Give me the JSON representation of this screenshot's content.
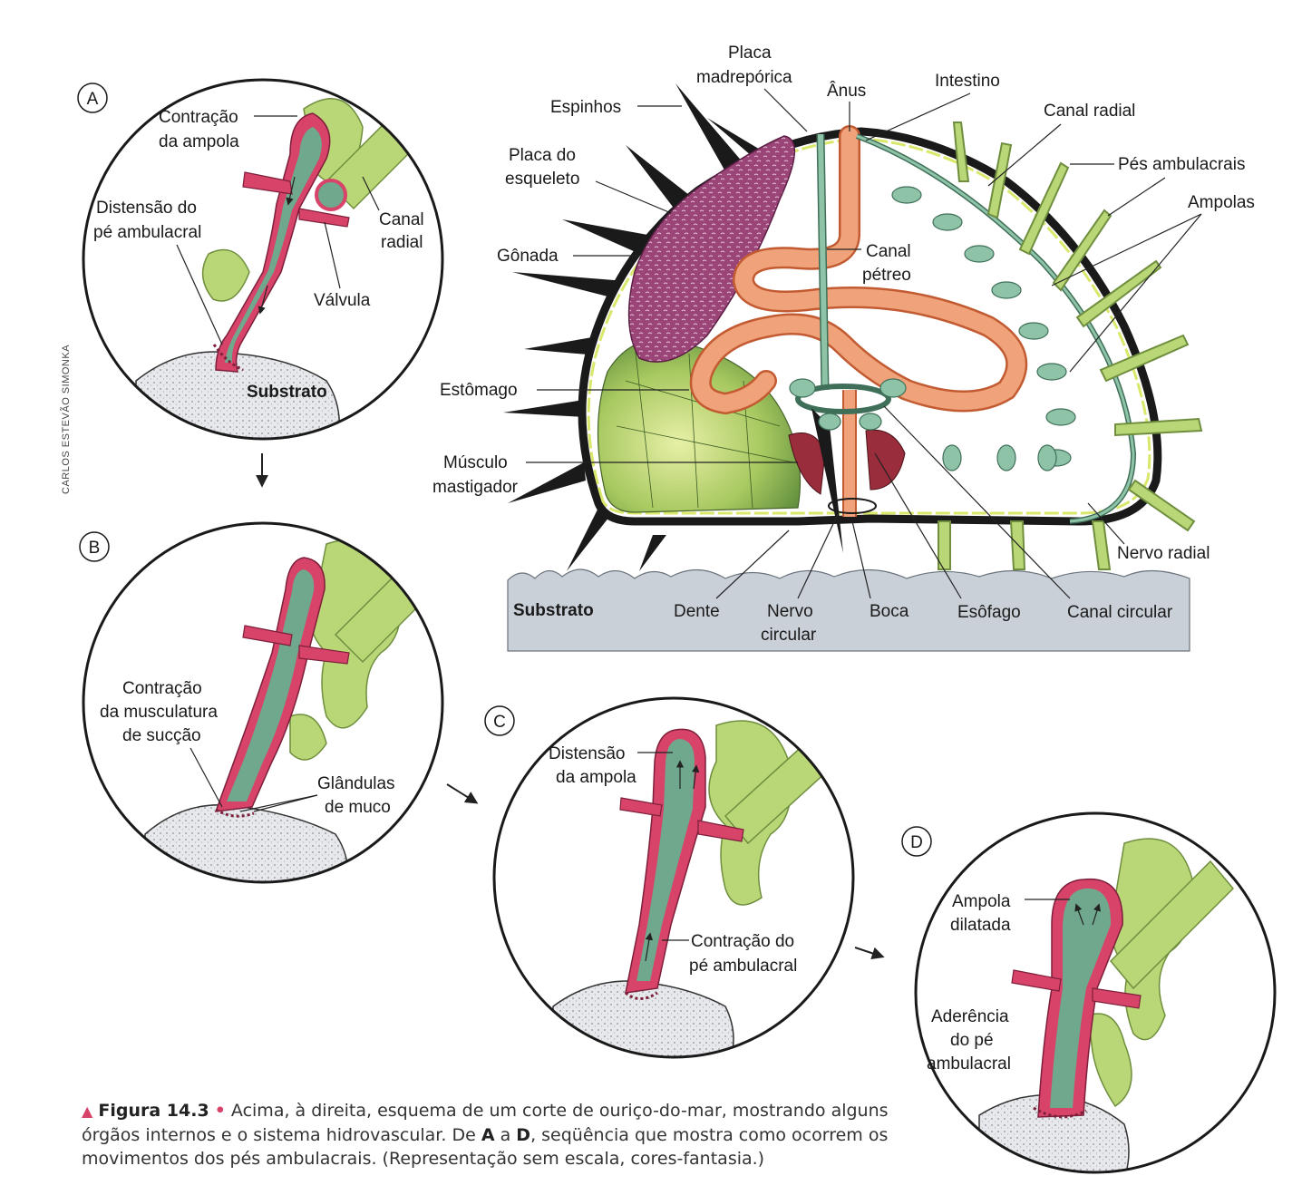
{
  "credit": "CARLOS ESTEVÃO SIMONKA",
  "panels": {
    "a": {
      "letter": "A",
      "contracao_1": "Contração",
      "contracao_2": "da ampola",
      "distensao_1": "Distensão do",
      "distensao_2": "pé ambulacral",
      "canal_1": "Canal",
      "canal_2": "radial",
      "valvula": "Válvula",
      "substrato": "Substrato"
    },
    "b": {
      "letter": "B",
      "contracao_1": "Contração",
      "contracao_2": "da musculatura",
      "contracao_3": "de sucção",
      "glandulas_1": "Glândulas",
      "glandulas_2": "de muco"
    },
    "c": {
      "letter": "C",
      "distensao_1": "Distensão",
      "distensao_2": "da ampola",
      "contracao_1": "Contração do",
      "contracao_2": "pé ambulacral"
    },
    "d": {
      "letter": "D",
      "ampola_1": "Ampola",
      "ampola_2": "dilatada",
      "aderencia_1": "Aderência",
      "aderencia_2": "do pé",
      "aderencia_3": "ambulacral"
    }
  },
  "main": {
    "espinhos": "Espinhos",
    "placa_madre_1": "Placa",
    "placa_madre_2": "madrepórica",
    "anus": "Ânus",
    "intestino": "Intestino",
    "canal_radial": "Canal radial",
    "pes_ambulacrais": "Pés ambulacrais",
    "ampolas": "Ampolas",
    "placa_esq_1": "Placa do",
    "placa_esq_2": "esqueleto",
    "gonada": "Gônada",
    "canal_petreo_1": "Canal",
    "canal_petreo_2": "pétreo",
    "estomago": "Estômago",
    "musculo_1": "Músculo",
    "musculo_2": "mastigador",
    "nervo_radial": "Nervo radial",
    "substrato": "Substrato",
    "dente": "Dente",
    "nervo_circ_1": "Nervo",
    "nervo_circ_2": "circular",
    "boca": "Boca",
    "esofago": "Esôfago",
    "canal_circular": "Canal circular"
  },
  "caption": {
    "triangle": "▲",
    "title": "Figura 14.3",
    "dot": "•",
    "part1": "Acima, à direita, esquema de um corte de ouriço-do-mar, mostrando alguns órgãos internos e o sistema hidrovascular. De",
    "bold_a": "A",
    "part2": "a",
    "bold_d": "D",
    "part3": ", seqüência que mostra como ocorrem os movimentos dos pés ambulacrais. (Representação sem escala, cores-fantasia.)"
  },
  "colors": {
    "tube_pink": "#d8436a",
    "tube_teal": "#6fa88c",
    "green_light": "#b9d777",
    "gonad": "#8c3a6a",
    "intestine": "#f0a27a",
    "spine": "#1a1a1a",
    "substrate": "#c9d0d8"
  }
}
